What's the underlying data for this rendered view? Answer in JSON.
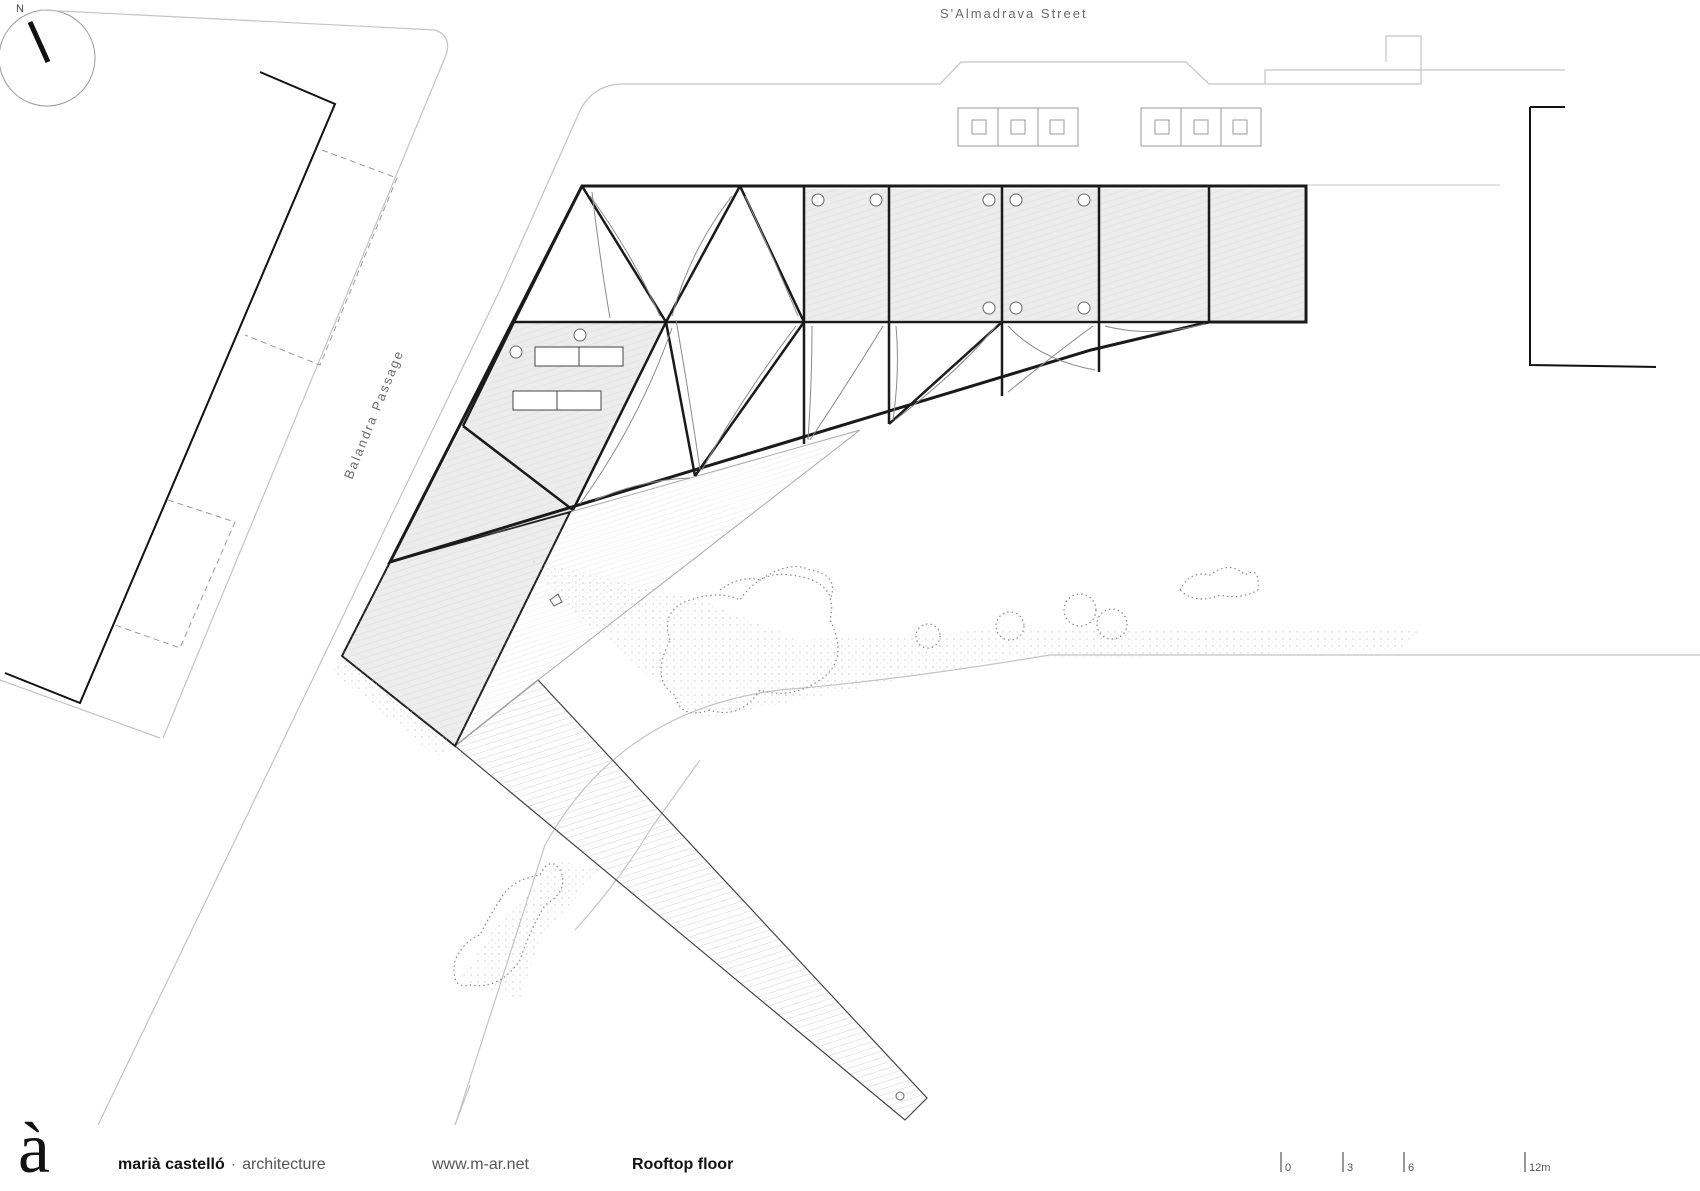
{
  "north": {
    "label": "N"
  },
  "streets": {
    "top": "S'Almadrava Street",
    "side": "Balandra Passage"
  },
  "footer": {
    "logo": "à",
    "studio_name": "marià castelló",
    "separator": "·",
    "discipline": "architecture",
    "website": "www.m-ar.net",
    "drawing_title": "Rooftop floor"
  },
  "scale_bar": {
    "ticks": [
      "0",
      "3",
      "6",
      "12m"
    ]
  },
  "colors": {
    "line": "#1a1a1a",
    "thin_line": "#bdbdbd",
    "hatch": "#d0d0d0",
    "panel_fill": "#efefef"
  }
}
